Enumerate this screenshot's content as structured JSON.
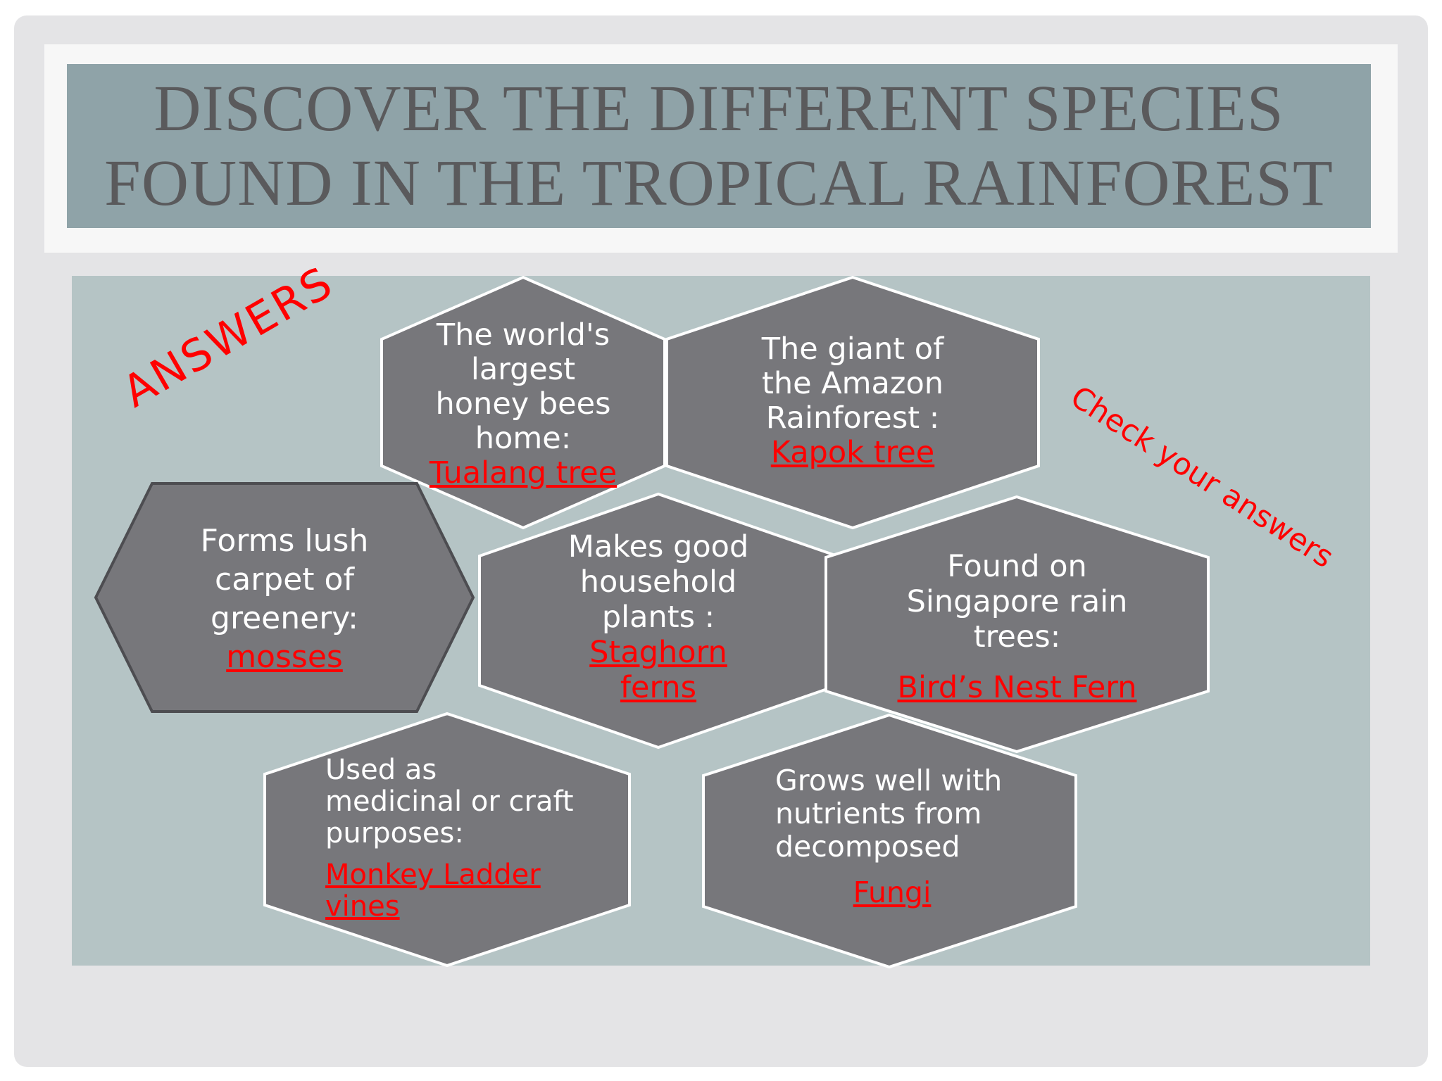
{
  "title": {
    "line1": "Discover the different species",
    "line2": "found in the tropical rainforest"
  },
  "labels": {
    "answers": "ANSWERS",
    "check": "Check your answers"
  },
  "cells": {
    "tualang": {
      "question": "The world's\nlargest\nhoney bees\nhome:",
      "answer": "Tualang tree"
    },
    "kapok": {
      "question": "The giant  of\nthe Amazon\nRainforest :",
      "answer": "Kapok tree"
    },
    "mosses": {
      "question": "Forms lush\ncarpet of\ngreenery:",
      "answer": "mosses"
    },
    "staghorn": {
      "question": "Makes good\nhousehold\nplants :",
      "answer": "Staghorn\nferns"
    },
    "birdsnest": {
      "question": "Found on\nSingapore rain\ntrees:",
      "answer": "Bird’s Nest Fern"
    },
    "monkey": {
      "question": "Used as\nmedicinal or craft\npurposes:",
      "answer": "Monkey Ladder\nvines"
    },
    "fungi": {
      "question": "Grows well with\nnutrients from\ndecomposed",
      "answer": "Fungi"
    }
  },
  "colors": {
    "hex_fill": "#77777b",
    "hex_stroke": "#ffffff",
    "answer_red": "#ff0000",
    "title_band": "#8fa3a8",
    "content_bg": "#b5c4c5"
  }
}
